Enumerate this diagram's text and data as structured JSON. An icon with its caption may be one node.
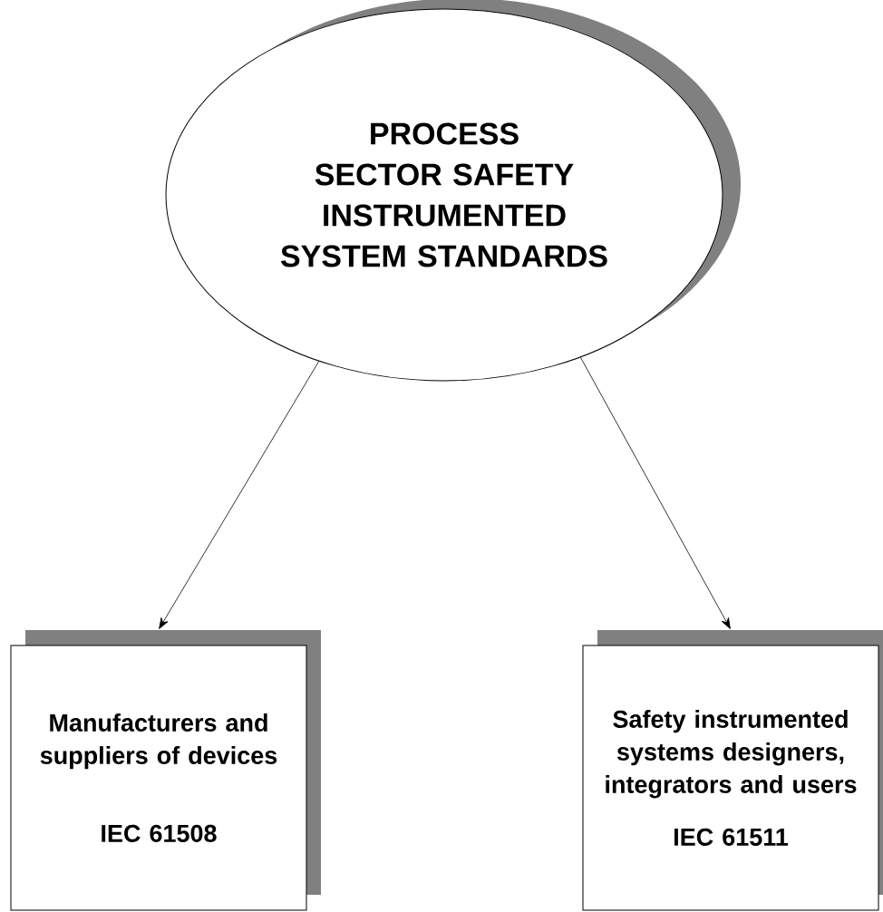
{
  "diagram": {
    "nodes": [
      {
        "text": [
          "PROCESS SECTOR SAFETY INSTRUMENTED SYSTEM STANDARDS"
        ]
      },
      {
        "text": [
          "Manufacturers and suppliers of devices",
          "IEC 61508"
        ]
      },
      {
        "text": [
          "Safety instrumented systems designers, integrators and users",
          "IEC 61511"
        ]
      }
    ],
    "edges": [
      {
        "from": 0,
        "to": 1,
        "arrow": "to"
      },
      {
        "from": 0,
        "to": 2,
        "arrow": "to"
      }
    ]
  }
}
